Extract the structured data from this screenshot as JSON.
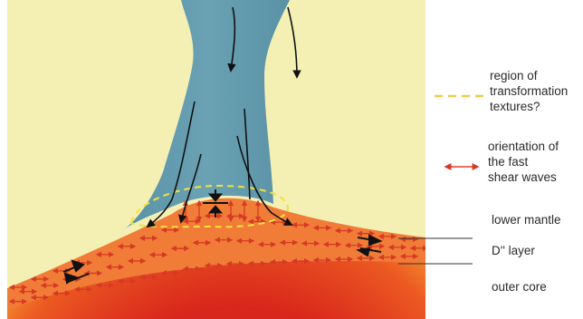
{
  "legend": {
    "transformation": {
      "lines": [
        "region of",
        "transformation",
        "textures?"
      ],
      "swatch_color": "#f2c94c"
    },
    "fast_shear": {
      "lines": [
        "orientation of",
        "the fast",
        "shear waves"
      ],
      "swatch_color": "#e0402a"
    }
  },
  "layers": {
    "lower_mantle": "lower mantle",
    "d_layer": "D'' layer",
    "outer_core": "outer core"
  },
  "colors": {
    "background": "#f4f0b4",
    "slab": "#5e97aa",
    "d_layer": "#f07c38",
    "core_outer": "#f08a2c",
    "core_inner": "#d8261c",
    "arrow": "#111111",
    "dashed_outline": "#f3e23a",
    "shear_arrows": "#d63a24"
  }
}
